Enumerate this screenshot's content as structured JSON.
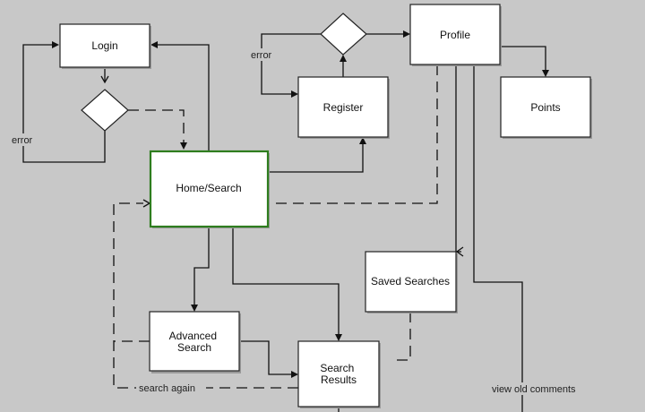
{
  "nodes": {
    "login": "Login",
    "home_search": "Home/Search",
    "register": "Register",
    "profile": "Profile",
    "points": "Points",
    "saved_searches": "Saved Searches",
    "advanced_search": [
      "Advanced",
      "Search"
    ],
    "search_results": [
      "Search",
      "Results"
    ]
  },
  "edge_labels": {
    "login_error": "error",
    "register_error": "error",
    "search_again": "search again",
    "view_old_comments": "view old comments"
  },
  "colors": {
    "background": "#c8c8c8",
    "active_node_border": "#2e7d1e"
  }
}
